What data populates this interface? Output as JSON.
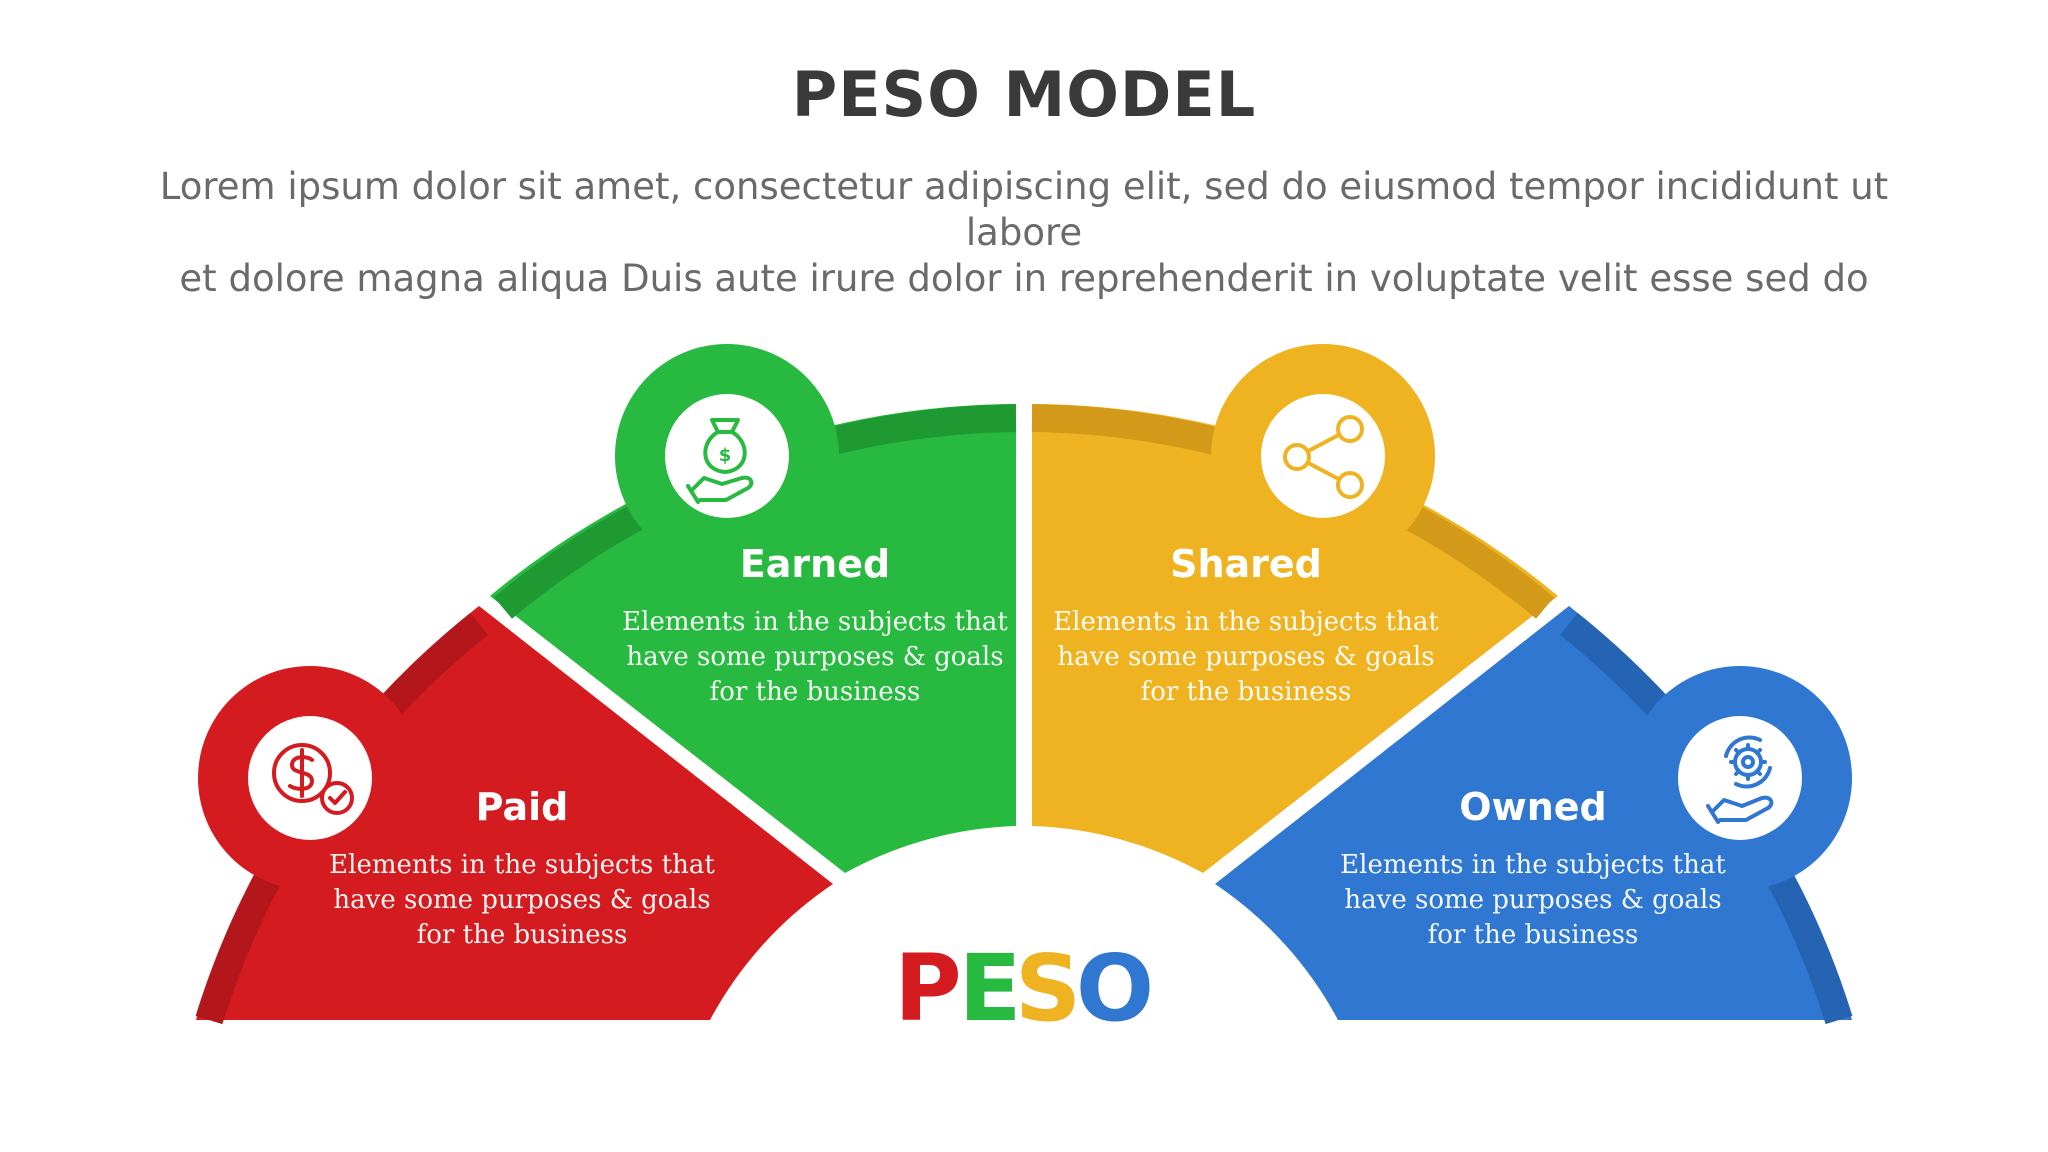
{
  "header": {
    "title": "PESO MODEL",
    "subtitle_line1": "Lorem ipsum dolor sit amet, consectetur adipiscing elit, sed do eiusmod tempor incididunt ut labore",
    "subtitle_line2": "et dolore magna aliqua Duis aute irure dolor in reprehenderit in voluptate velit esse sed do"
  },
  "segments": [
    {
      "key": "paid",
      "title": "Paid",
      "icon": "dollar-check-icon",
      "color": "#d41b20",
      "shade": "#b3161b",
      "desc_line1": "Elements in the subjects that",
      "desc_line2": "have  some purposes & goals",
      "desc_line3": "for the  business"
    },
    {
      "key": "earned",
      "title": "Earned",
      "icon": "money-bag-hand-icon",
      "color": "#28b940",
      "shade": "#1f9a33",
      "desc_line1": "Elements in the subjects that",
      "desc_line2": "have  some purposes & goals",
      "desc_line3": "for the  business"
    },
    {
      "key": "shared",
      "title": "Shared",
      "icon": "share-icon",
      "color": "#efb321",
      "shade": "#d39a1a",
      "desc_line1": "Elements in the subjects that",
      "desc_line2": "have  some purposes & goals",
      "desc_line3": "for the  business"
    },
    {
      "key": "owned",
      "title": "Owned",
      "icon": "gear-hand-icon",
      "color": "#2f77d0",
      "shade": "#2563b3",
      "desc_line1": "Elements in the subjects that",
      "desc_line2": "have  some purposes & goals",
      "desc_line3": "for the  business"
    }
  ],
  "center_word": {
    "letters": [
      "P",
      "E",
      "S",
      "O"
    ],
    "colors": [
      "#d41b20",
      "#28b940",
      "#efb321",
      "#2f77d0"
    ]
  }
}
